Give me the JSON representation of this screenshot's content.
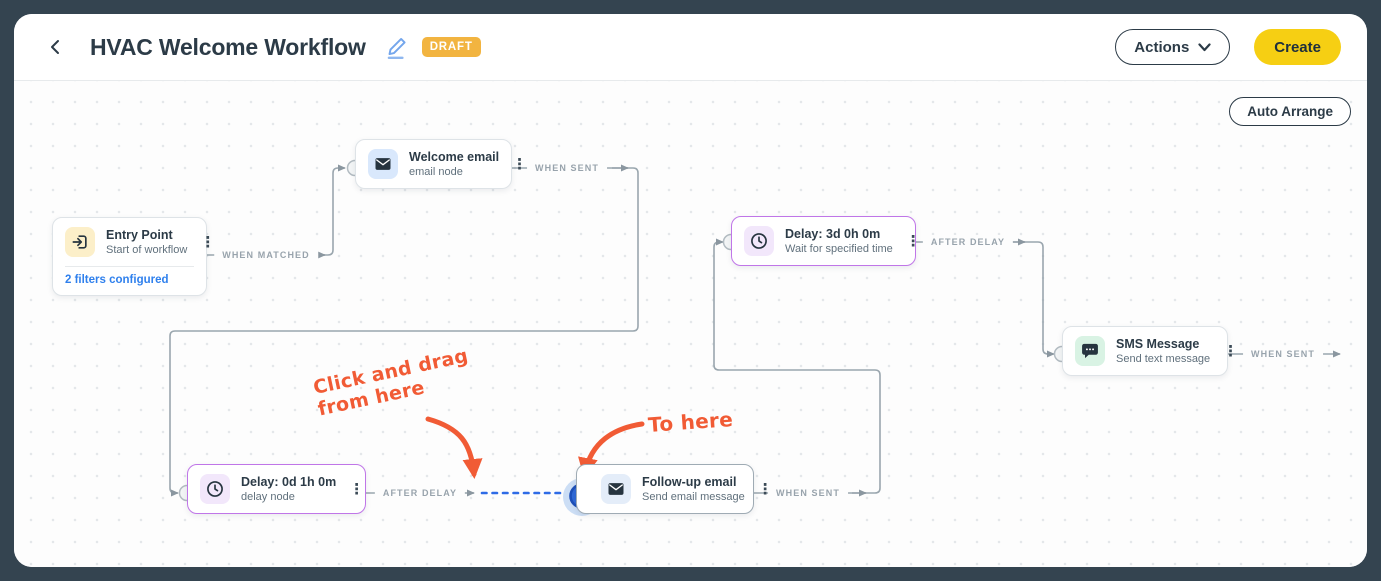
{
  "header": {
    "title": "HVAC Welcome Workflow",
    "status_badge": "DRAFT",
    "actions_label": "Actions",
    "create_label": "Create"
  },
  "canvas": {
    "auto_arrange_label": "Auto Arrange",
    "nodes": [
      {
        "title": "Entry Point",
        "subtitle": "Start of workflow",
        "icon": "entry-icon",
        "footer_link": "2 filters configured"
      },
      {
        "title": "Welcome email",
        "subtitle": "email node",
        "icon": "email-icon"
      },
      {
        "title": "Delay: 3d 0h 0m",
        "subtitle": "Wait for specified time",
        "icon": "clock-icon"
      },
      {
        "title": "SMS Message",
        "subtitle": "Send text message",
        "icon": "sms-icon"
      },
      {
        "title": "Delay: 0d 1h 0m",
        "subtitle": "delay node",
        "icon": "clock-icon"
      },
      {
        "title": "Follow-up email",
        "subtitle": "Send email message",
        "icon": "email-icon"
      }
    ],
    "edges": [
      {
        "label": "WHEN MATCHED"
      },
      {
        "label": "WHEN SENT"
      },
      {
        "label": "AFTER DELAY"
      },
      {
        "label": "WHEN SENT"
      },
      {
        "label": "AFTER DELAY"
      },
      {
        "label": "WHEN SENT"
      }
    ],
    "annotations": {
      "from_line1": "Click and drag",
      "from_line2": "from here",
      "to_label": "To here"
    }
  },
  "colors": {
    "frame": "#344450",
    "accent_yellow": "#f6cf13",
    "badge_orange": "#f2b440",
    "annotation_orange": "#f15b35",
    "drag_blue": "#2e6be6",
    "delay_purple": "#c076e8",
    "link_blue": "#2f80ed",
    "edge_gray": "#9aa6ae"
  }
}
